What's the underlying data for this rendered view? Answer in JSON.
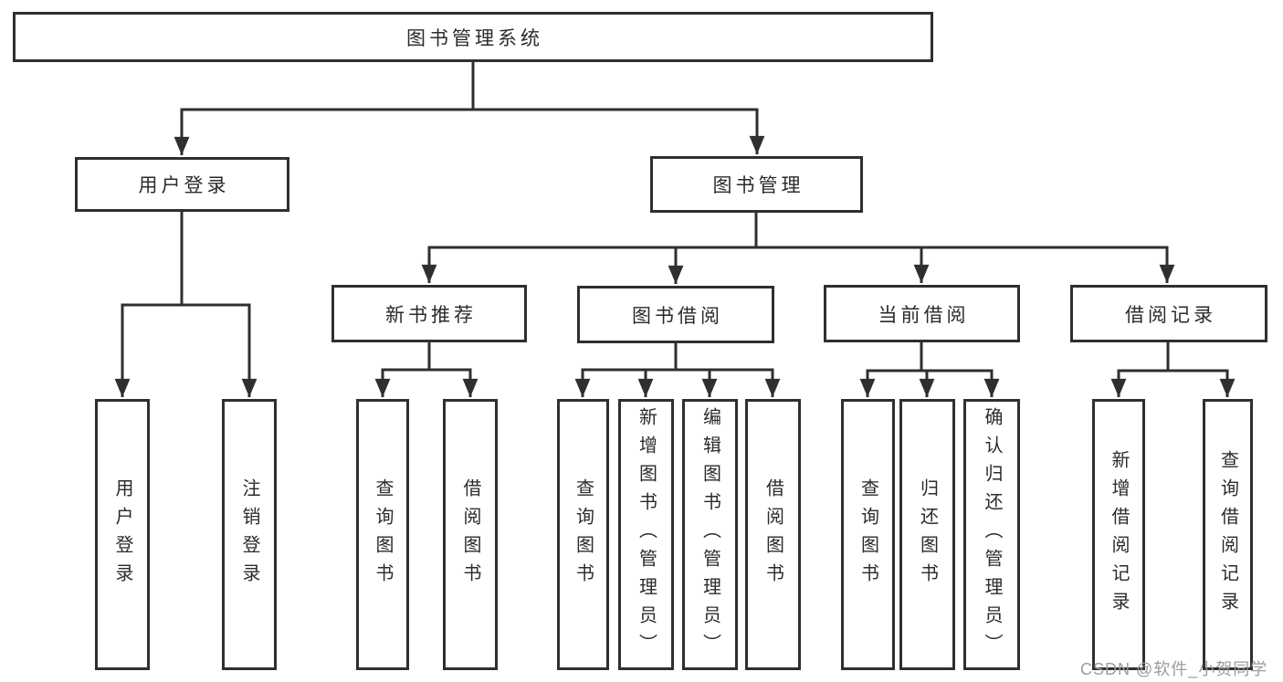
{
  "root": {
    "label": "图书管理系统"
  },
  "level2": {
    "user_login": "用户登录",
    "book_management": "图书管理"
  },
  "level3": {
    "new_book_recommend": "新书推荐",
    "book_borrow": "图书借阅",
    "current_borrow": "当前借阅",
    "borrow_records": "借阅记录"
  },
  "leaves": {
    "user_login": [
      "用户登录",
      "注销登录"
    ],
    "new_book_recommend": [
      "查询图书",
      "借阅图书"
    ],
    "book_borrow": [
      "查询图书",
      "新增图书（管理员）",
      "编辑图书（管理员）",
      "借阅图书"
    ],
    "current_borrow": [
      "查询图书",
      "归还图书",
      "确认归还（管理员）"
    ],
    "borrow_records": [
      "新增借阅记录",
      "查询借阅记录"
    ]
  },
  "watermark": "CSDN @软件_小贺同学",
  "colors": {
    "line": "#2f2f2f",
    "text": "#2b2b2b",
    "watermark": "#9b9ba1"
  }
}
